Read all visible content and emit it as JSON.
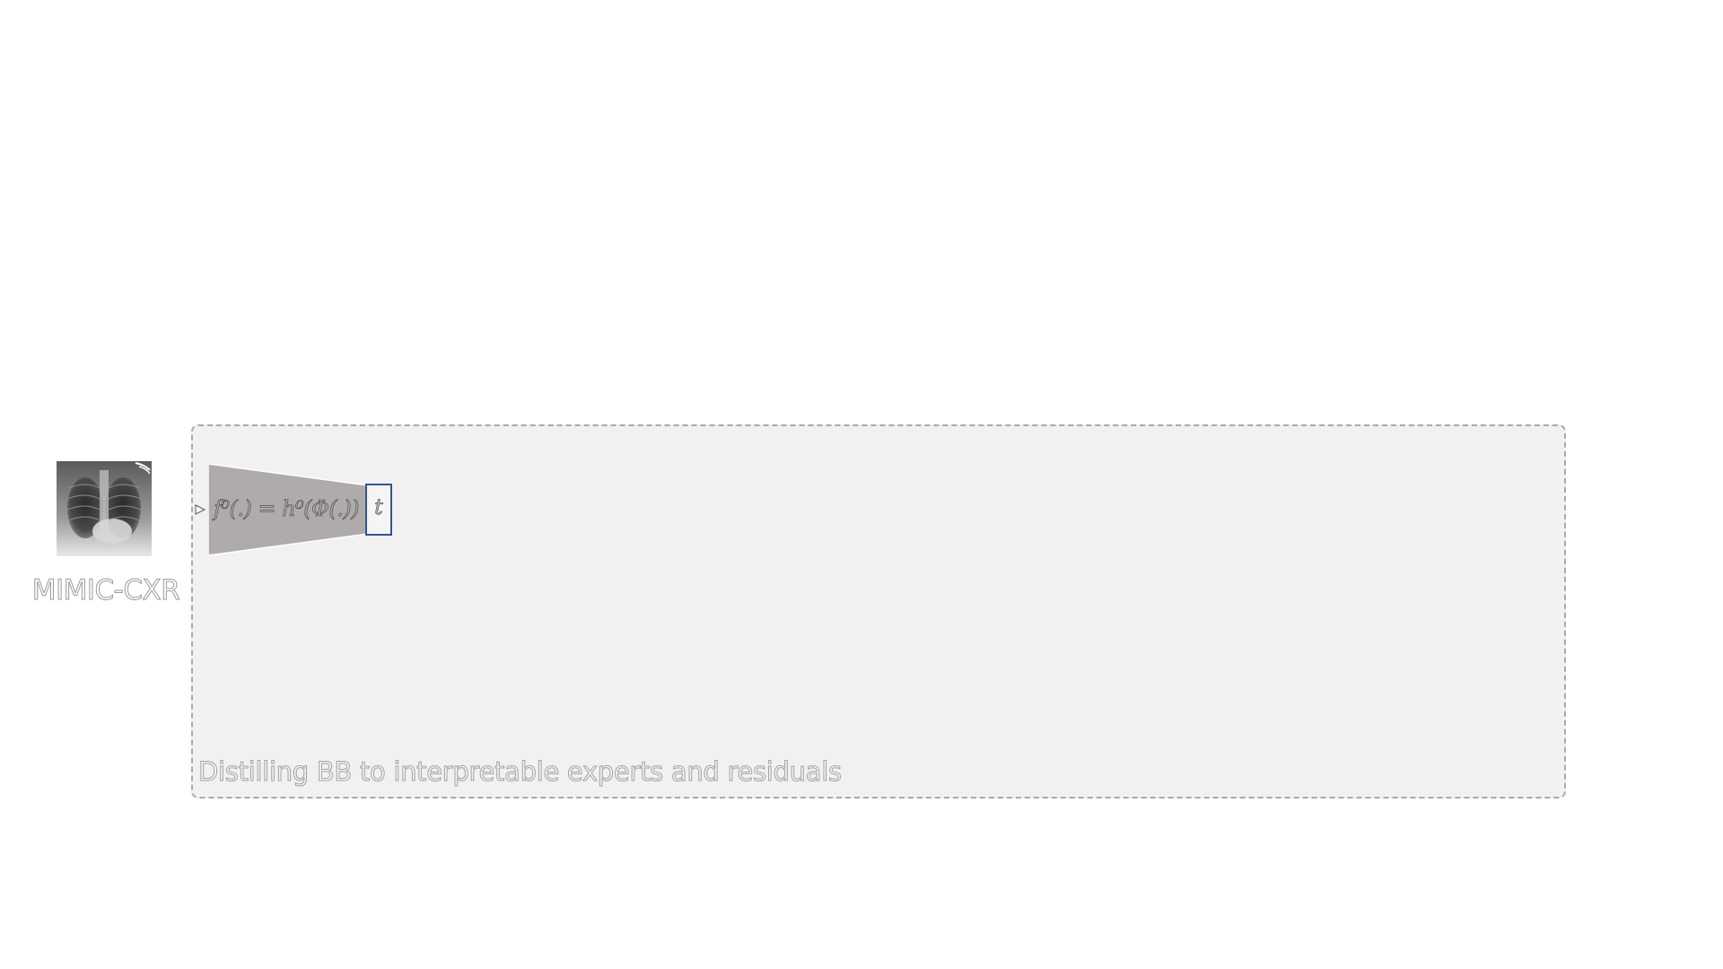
{
  "dataset": {
    "label": "MIMIC-CXR"
  },
  "panel": {
    "title": "Distilling BB to interpretable experts and residuals"
  },
  "model": {
    "formula": "f⁰(.) = h⁰(Φ(.))",
    "output_symbol": "t"
  },
  "colors": {
    "panel_fill": "#f1f1f1",
    "panel_border": "#a9a9a9",
    "model_fill": "#afabab",
    "output_border": "#2f5597"
  }
}
